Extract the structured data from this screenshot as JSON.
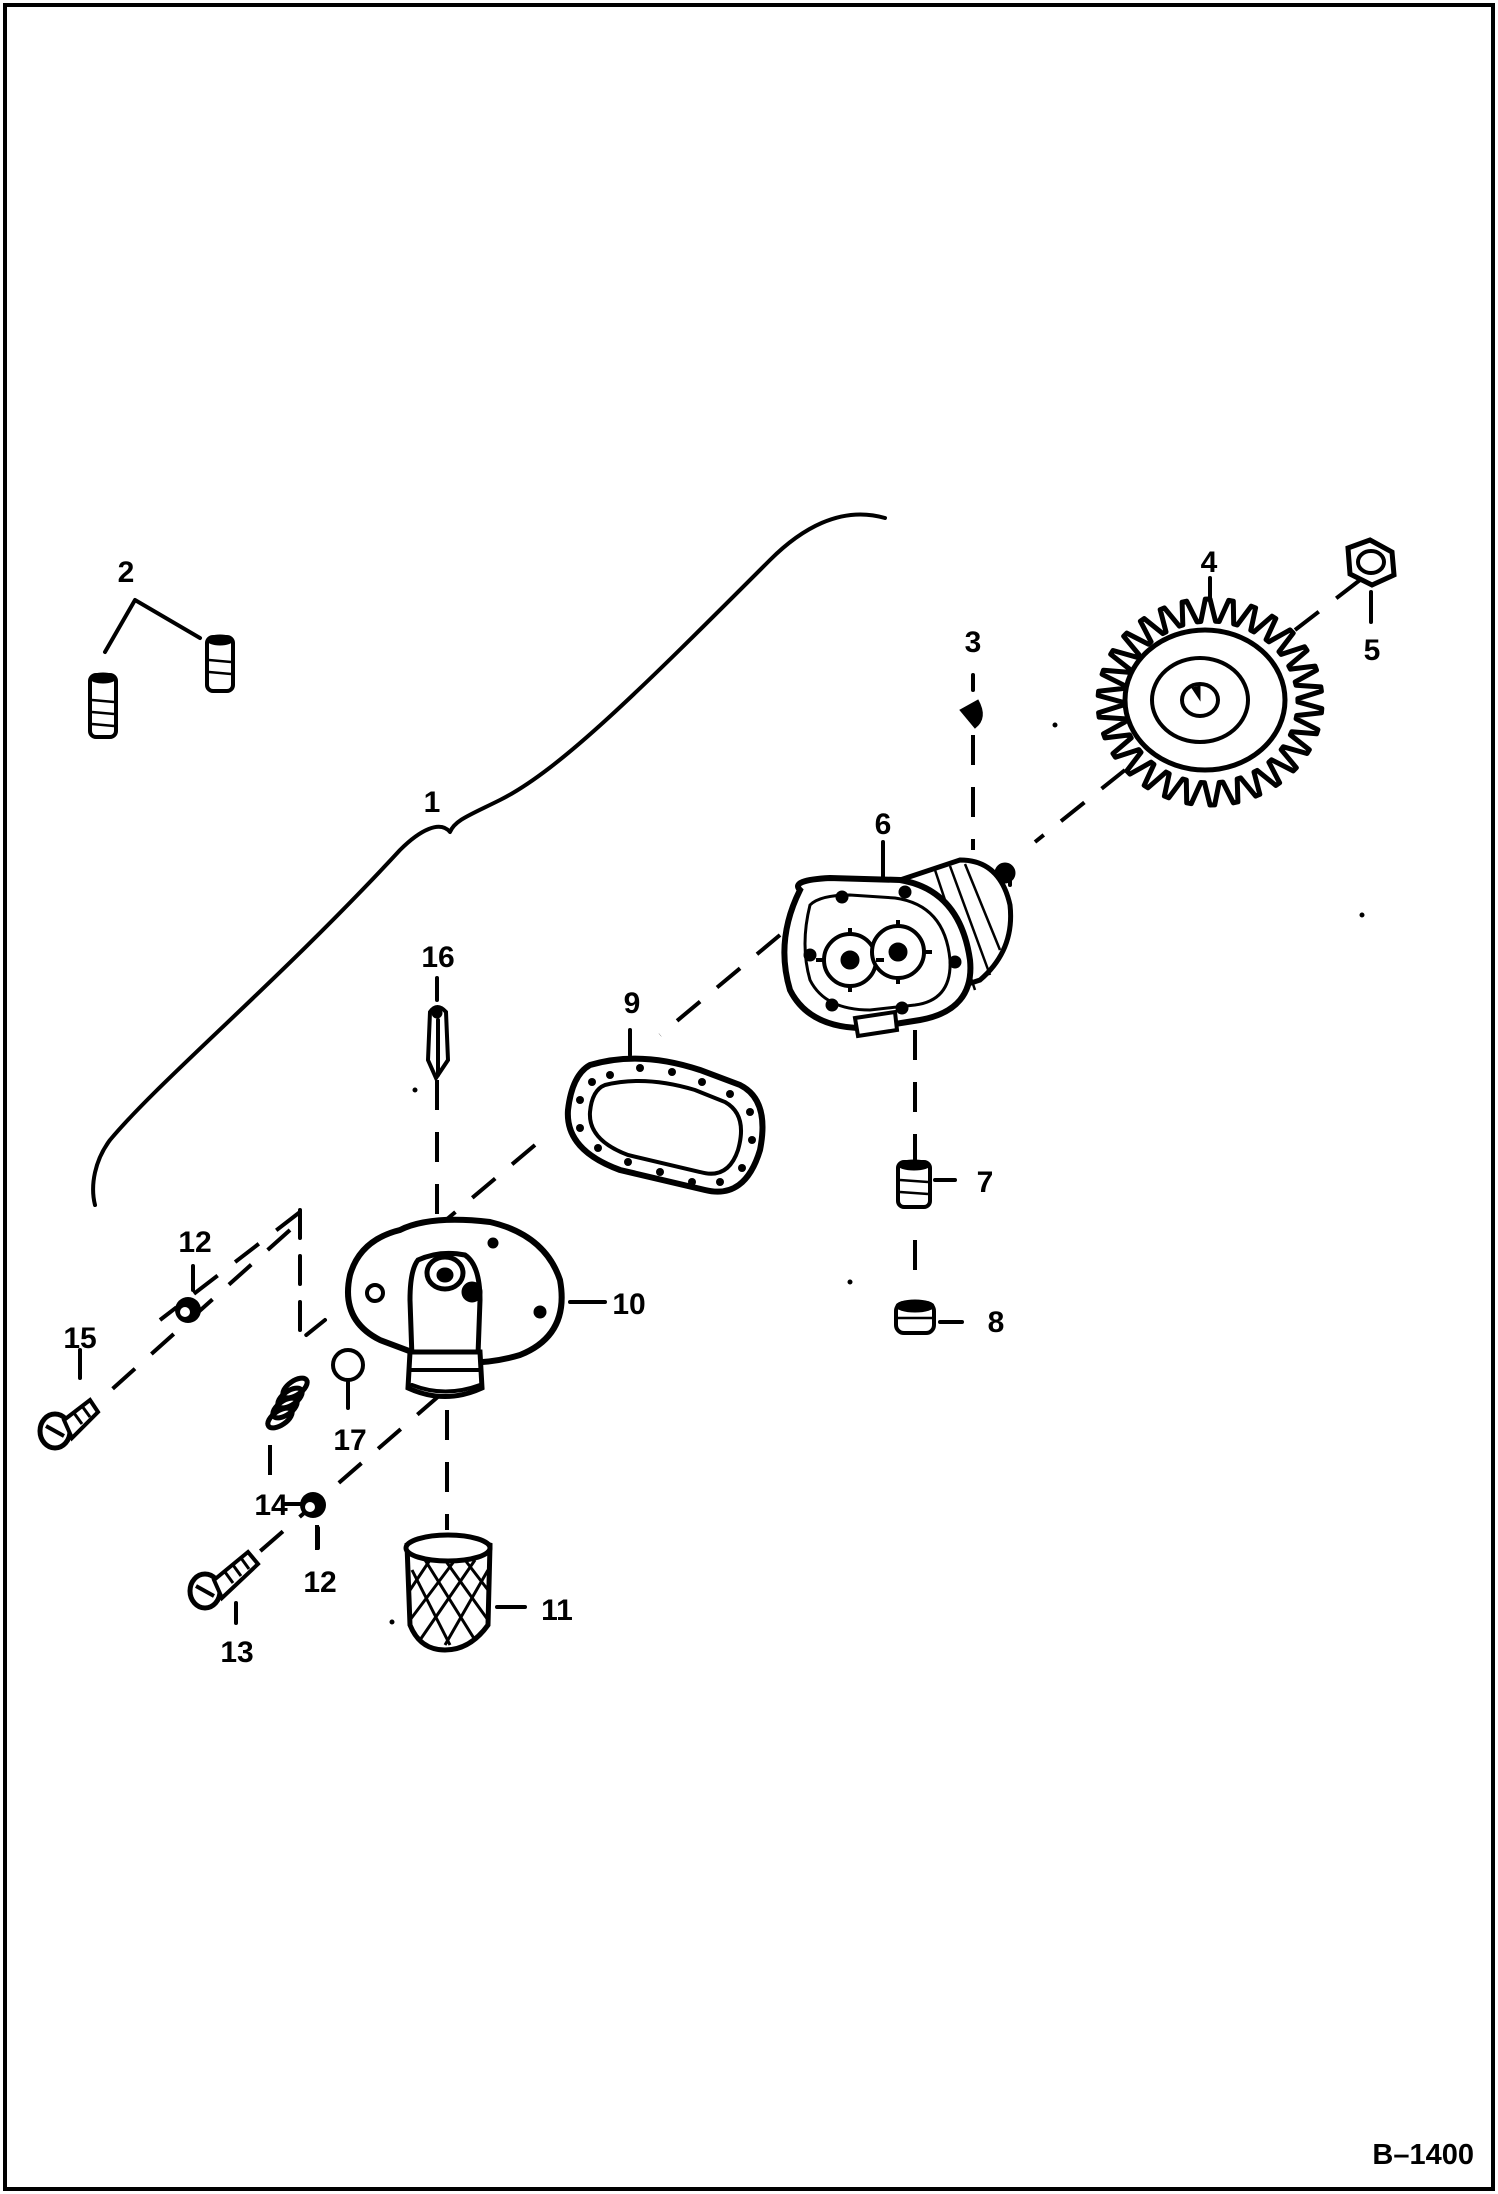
{
  "figure": {
    "id": "B–1400"
  },
  "callouts": {
    "c1": "1",
    "c2": "2",
    "c3": "3",
    "c4": "4",
    "c5": "5",
    "c6": "6",
    "c7": "7",
    "c8": "8",
    "c9": "9",
    "c10": "10",
    "c11": "11",
    "c12a": "12",
    "c12b": "12",
    "c13": "13",
    "c14": "14",
    "c15": "15",
    "c16": "16",
    "c17": "17"
  },
  "colors": {
    "ink": "#000000",
    "paper": "#ffffff"
  }
}
